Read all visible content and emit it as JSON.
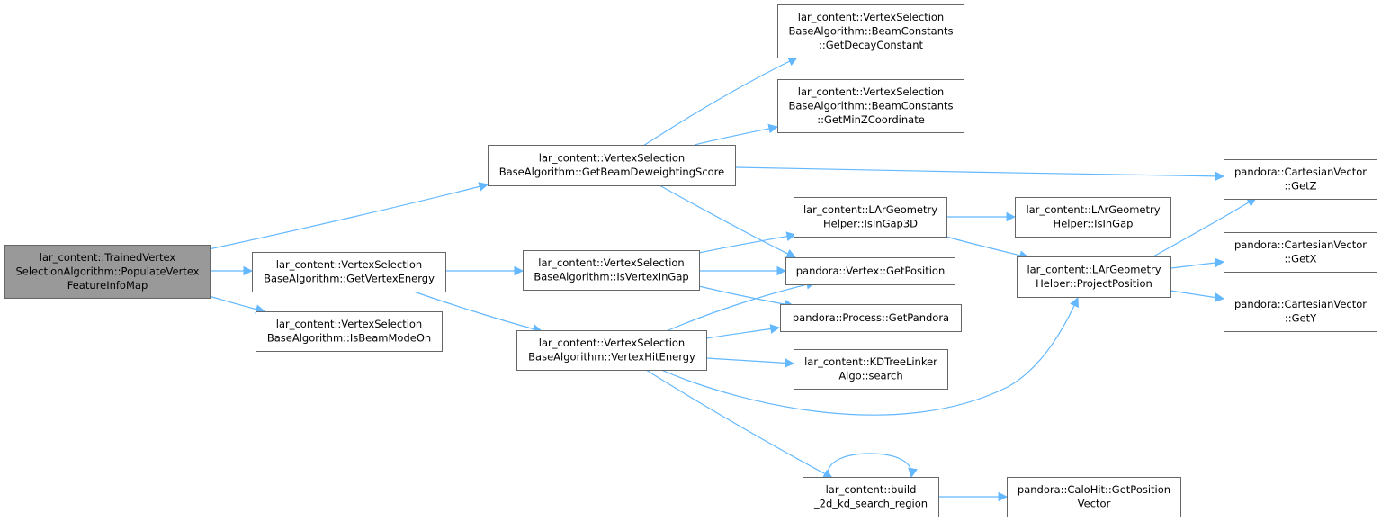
{
  "graph": {
    "nodes": [
      {
        "id": "root",
        "lines": [
          "lar_content::TrainedVertex",
          "SelectionAlgorithm::PopulateVertex",
          "FeatureInfoMap"
        ],
        "root": true
      },
      {
        "id": "beam_deweight",
        "lines": [
          "lar_content::VertexSelection",
          "BaseAlgorithm::GetBeamDeweightingScore"
        ]
      },
      {
        "id": "get_vertex_energy",
        "lines": [
          "lar_content::VertexSelection",
          "BaseAlgorithm::GetVertexEnergy"
        ]
      },
      {
        "id": "is_beam_mode_on",
        "lines": [
          "lar_content::VertexSelection",
          "BaseAlgorithm::IsBeamModeOn"
        ]
      },
      {
        "id": "get_decay_constant",
        "lines": [
          "lar_content::VertexSelection",
          "BaseAlgorithm::BeamConstants",
          "::GetDecayConstant"
        ]
      },
      {
        "id": "get_min_z",
        "lines": [
          "lar_content::VertexSelection",
          "BaseAlgorithm::BeamConstants",
          "::GetMinZCoordinate"
        ]
      },
      {
        "id": "is_vertex_in_gap",
        "lines": [
          "lar_content::VertexSelection",
          "BaseAlgorithm::IsVertexInGap"
        ]
      },
      {
        "id": "vertex_hit_energy",
        "lines": [
          "lar_content::VertexSelection",
          "BaseAlgorithm::VertexHitEnergy"
        ]
      },
      {
        "id": "is_in_gap_3d",
        "lines": [
          "lar_content::LArGeometry",
          "Helper::IsInGap3D"
        ]
      },
      {
        "id": "vertex_get_position",
        "lines": [
          "pandora::Vertex::GetPosition"
        ]
      },
      {
        "id": "process_get_pandora",
        "lines": [
          "pandora::Process::GetPandora"
        ]
      },
      {
        "id": "kdtree_search",
        "lines": [
          "lar_content::KDTreeLinker",
          "Algo::search"
        ]
      },
      {
        "id": "build_2d_kd",
        "lines": [
          "lar_content::build",
          "_2d_kd_search_region"
        ]
      },
      {
        "id": "is_in_gap",
        "lines": [
          "lar_content::LArGeometry",
          "Helper::IsInGap"
        ]
      },
      {
        "id": "project_position",
        "lines": [
          "lar_content::LArGeometry",
          "Helper::ProjectPosition"
        ]
      },
      {
        "id": "calohit_get_position",
        "lines": [
          "pandora::CaloHit::GetPosition",
          "Vector"
        ]
      },
      {
        "id": "cv_getz",
        "lines": [
          "pandora::CartesianVector",
          "::GetZ"
        ]
      },
      {
        "id": "cv_getx",
        "lines": [
          "pandora::CartesianVector",
          "::GetX"
        ]
      },
      {
        "id": "cv_gety",
        "lines": [
          "pandora::CartesianVector",
          "::GetY"
        ]
      }
    ],
    "edges": [
      {
        "from": "root",
        "to": "beam_deweight"
      },
      {
        "from": "root",
        "to": "get_vertex_energy"
      },
      {
        "from": "root",
        "to": "is_beam_mode_on"
      },
      {
        "from": "beam_deweight",
        "to": "get_decay_constant"
      },
      {
        "from": "beam_deweight",
        "to": "get_min_z"
      },
      {
        "from": "beam_deweight",
        "to": "cv_getz"
      },
      {
        "from": "beam_deweight",
        "to": "vertex_get_position"
      },
      {
        "from": "get_vertex_energy",
        "to": "is_vertex_in_gap"
      },
      {
        "from": "get_vertex_energy",
        "to": "vertex_hit_energy"
      },
      {
        "from": "is_vertex_in_gap",
        "to": "is_in_gap_3d"
      },
      {
        "from": "is_vertex_in_gap",
        "to": "vertex_get_position"
      },
      {
        "from": "is_vertex_in_gap",
        "to": "process_get_pandora"
      },
      {
        "from": "vertex_hit_energy",
        "to": "vertex_get_position"
      },
      {
        "from": "vertex_hit_energy",
        "to": "process_get_pandora"
      },
      {
        "from": "vertex_hit_energy",
        "to": "kdtree_search"
      },
      {
        "from": "vertex_hit_energy",
        "to": "project_position"
      },
      {
        "from": "vertex_hit_energy",
        "to": "build_2d_kd"
      },
      {
        "from": "is_in_gap_3d",
        "to": "is_in_gap"
      },
      {
        "from": "is_in_gap_3d",
        "to": "project_position"
      },
      {
        "from": "project_position",
        "to": "cv_getz"
      },
      {
        "from": "project_position",
        "to": "cv_getx"
      },
      {
        "from": "project_position",
        "to": "cv_gety"
      },
      {
        "from": "build_2d_kd",
        "to": "build_2d_kd"
      },
      {
        "from": "build_2d_kd",
        "to": "calohit_get_position"
      }
    ]
  },
  "colors": {
    "edge": "#63b8ff",
    "root_fill": "#999999",
    "node_fill": "#ffffff",
    "node_border": "#666666"
  }
}
